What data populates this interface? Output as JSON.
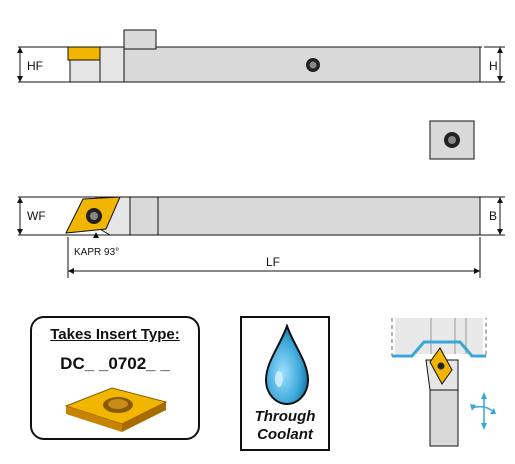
{
  "dimensions": {
    "hf": "HF",
    "h": "H",
    "wf": "WF",
    "b": "B",
    "lf": "LF",
    "kapr": "KAPR 93°"
  },
  "insert_panel": {
    "title": "Takes Insert Type:",
    "code": "DC_ _0702_ _",
    "insert_color": "#e0a000"
  },
  "coolant_panel": {
    "line1": "Through",
    "line2": "Coolant",
    "drop_color": "#3aa6d8"
  },
  "colors": {
    "body": "#d9d9d9",
    "outline": "#111111",
    "insert_gold": "#f2b600",
    "coolant_blue": "#3aa6d8"
  },
  "icons": [
    "screw-icon",
    "water-drop-icon",
    "rotation-arrows-icon"
  ]
}
